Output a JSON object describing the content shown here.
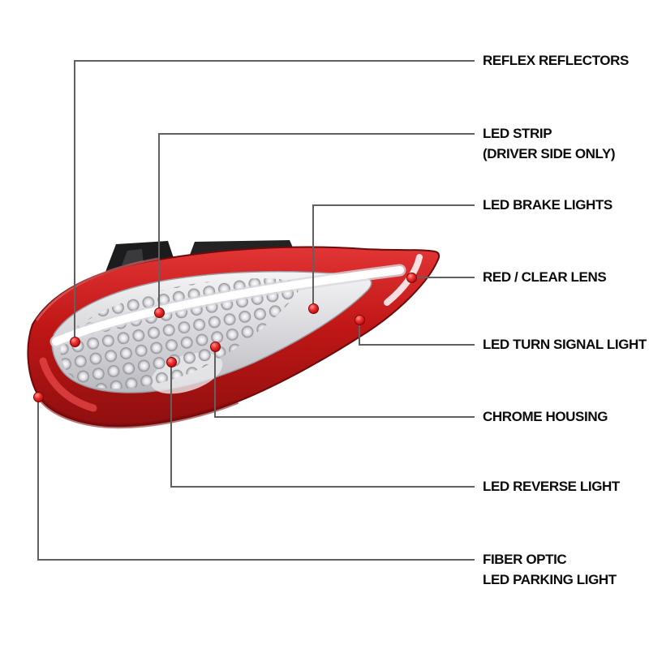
{
  "page": {
    "background": "#ffffff"
  },
  "diagram": {
    "subject": "LED tail light (driver side) feature callout diagram",
    "colors": {
      "lens_red": "#c01616",
      "lens_red_dark": "#8f0f0f",
      "chrome": "#d8d8dc",
      "callout_line": "#606060",
      "callout_dot": "#e01414",
      "label_text": "#0b0b0b"
    },
    "callouts": [
      {
        "id": "reflex-reflectors",
        "label": "REFLEX REFLECTORS"
      },
      {
        "id": "led-strip",
        "label": "LED STRIP\n(DRIVER SIDE ONLY)"
      },
      {
        "id": "led-brake-lights",
        "label": "LED BRAKE LIGHTS"
      },
      {
        "id": "red-clear-lens",
        "label": "RED / CLEAR LENS"
      },
      {
        "id": "led-turn-signal-light",
        "label": "LED TURN SIGNAL LIGHT"
      },
      {
        "id": "chrome-housing",
        "label": "CHROME HOUSING"
      },
      {
        "id": "led-reverse-light",
        "label": "LED REVERSE LIGHT"
      },
      {
        "id": "fiber-optic-led-parking-light",
        "label": "FIBER OPTIC\nLED PARKING LIGHT"
      }
    ]
  }
}
